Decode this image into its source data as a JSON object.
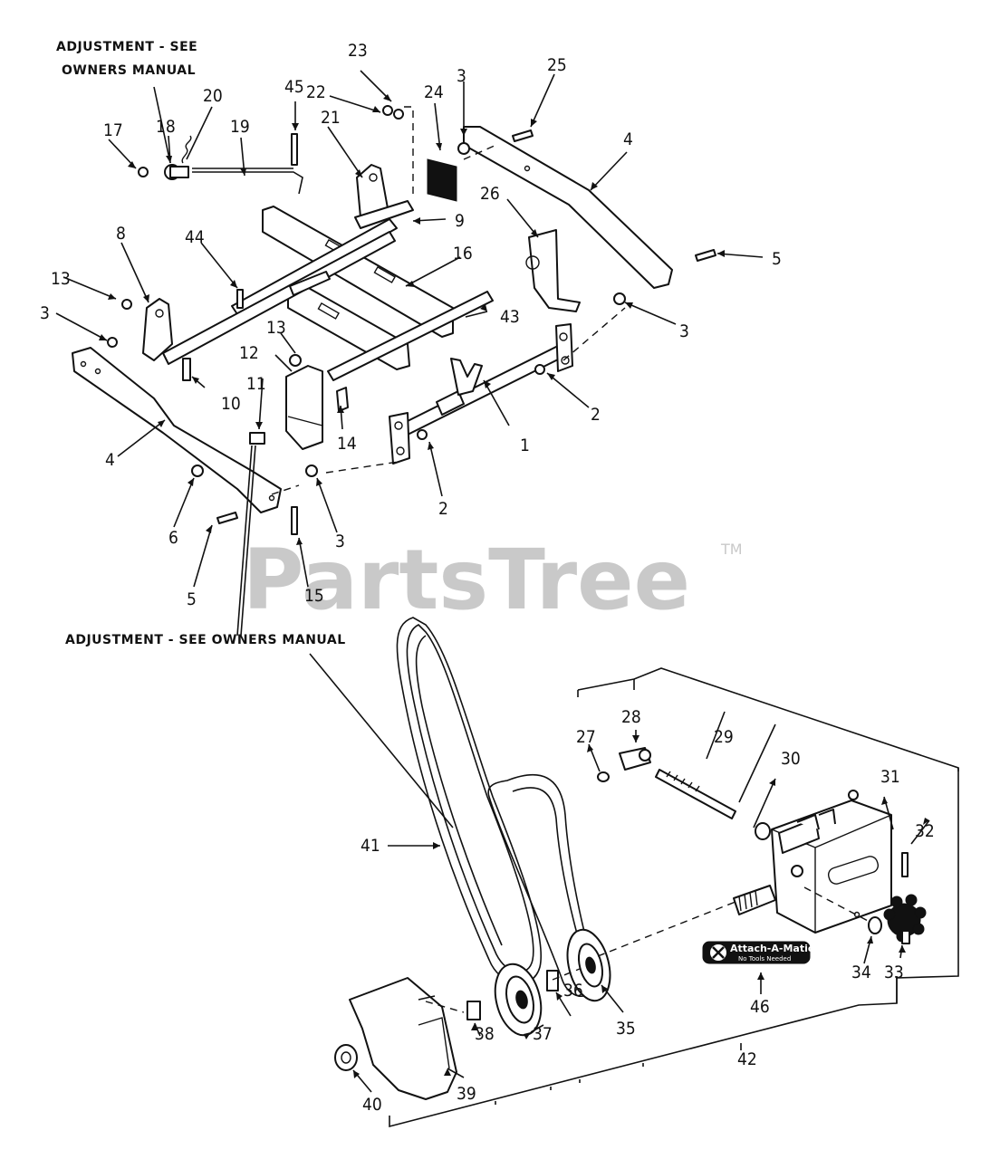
{
  "notes": {
    "top_left_line1": "ADJUSTMENT - SEE",
    "top_left_line2": "OWNERS MANUAL",
    "middle": "ADJUSTMENT - SEE OWNERS MANUAL"
  },
  "watermark": {
    "text": "PartsTree",
    "tm": "TM"
  },
  "decal": {
    "title": "Attach-A-Matic",
    "subtitle": "No Tools Needed"
  },
  "callouts": [
    "1",
    "2",
    "2",
    "3",
    "3",
    "3",
    "3",
    "4",
    "4",
    "5",
    "5",
    "6",
    "8",
    "9",
    "10",
    "11",
    "12",
    "13",
    "13",
    "14",
    "15",
    "16",
    "17",
    "18",
    "19",
    "20",
    "21",
    "22",
    "23",
    "24",
    "25",
    "26",
    "27",
    "28",
    "29",
    "30",
    "31",
    "32",
    "33",
    "34",
    "35",
    "36",
    "37",
    "38",
    "39",
    "40",
    "41",
    "42",
    "43",
    "44",
    "45",
    "46"
  ],
  "colors": {
    "line": "#111111",
    "watermark": "#c9c9c9",
    "background": "#ffffff"
  }
}
